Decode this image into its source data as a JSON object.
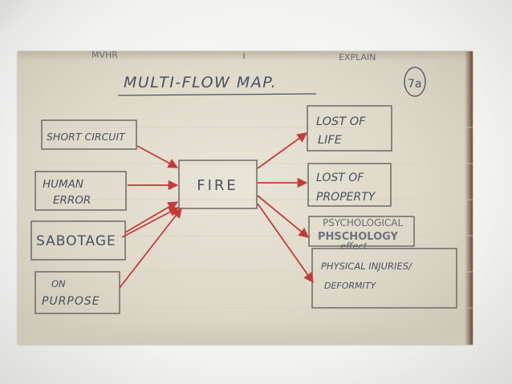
{
  "diagram": {
    "title": "MULTI-FLOW MAP.",
    "page_number": "7a",
    "top_scribbles": [
      "MVHR",
      "EXPLAIN"
    ],
    "center": "FIRE",
    "causes": [
      {
        "lines": [
          "SHORT CIRCUIT"
        ]
      },
      {
        "lines": [
          "HUMAN",
          "ERROR"
        ]
      },
      {
        "lines": [
          "SABOTAGE"
        ]
      },
      {
        "lines": [
          "ON",
          "PURPOSE"
        ]
      }
    ],
    "effects": [
      {
        "lines": [
          "LOST OF",
          "LIFE"
        ]
      },
      {
        "lines": [
          "LOST OF",
          "PROPERTY"
        ]
      },
      {
        "lines": [
          "PSYCHOLOGICAL",
          "effect"
        ],
        "scribble": "PHSCHOLOGY"
      },
      {
        "lines": [
          "PHYSICAL INJURIES/",
          "DEFORMITY"
        ]
      }
    ],
    "colors": {
      "ink": "#4a4f62",
      "box": "#6d6868",
      "arrow": "#c43a3a",
      "paper": "#e4e0d0"
    }
  }
}
